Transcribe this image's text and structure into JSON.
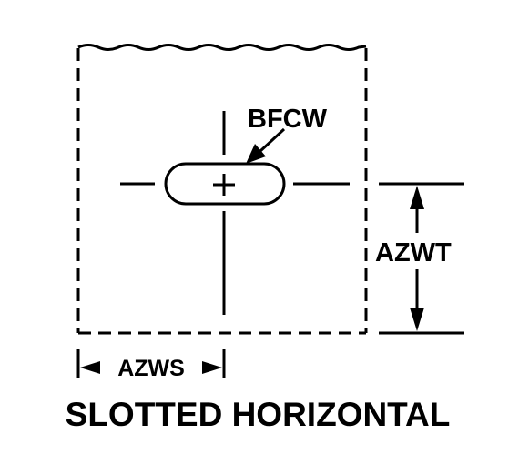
{
  "diagram": {
    "title": "SLOTTED HORIZONTAL",
    "labels": {
      "slot_callout": "BFCW",
      "vertical_dimension": "AZWT",
      "horizontal_dimension": "AZWS"
    },
    "colors": {
      "line": "#000000",
      "background": "#ffffff"
    }
  }
}
